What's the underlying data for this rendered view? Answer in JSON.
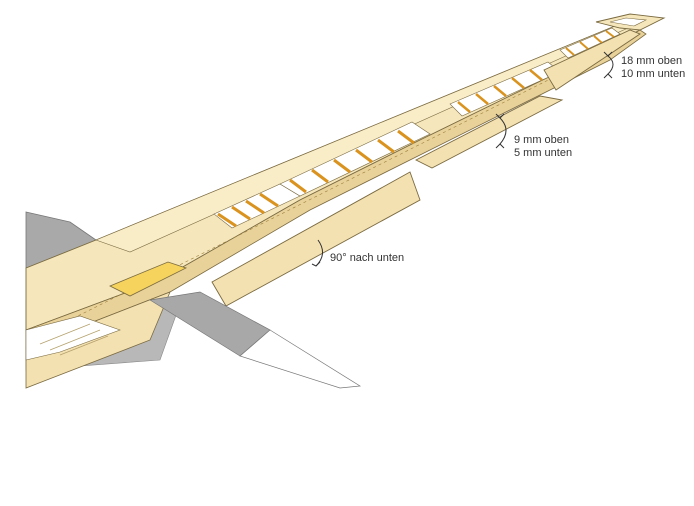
{
  "annotations": {
    "tip": {
      "line1": "18 mm oben",
      "line2": "10 mm unten"
    },
    "outer": {
      "line1": "9 mm oben",
      "line2": "5 mm unten"
    },
    "flap": {
      "line1": "90° nach unten"
    }
  },
  "colors": {
    "balsa": "#f6e6bc",
    "balsa_dark": "#e9d29a",
    "edge": "#7a6a40",
    "rib_orange": "#d9931e",
    "fuselage_grey": "#a8a8a8",
    "plate_yellow": "#f5d35c",
    "label_text": "#333333"
  }
}
